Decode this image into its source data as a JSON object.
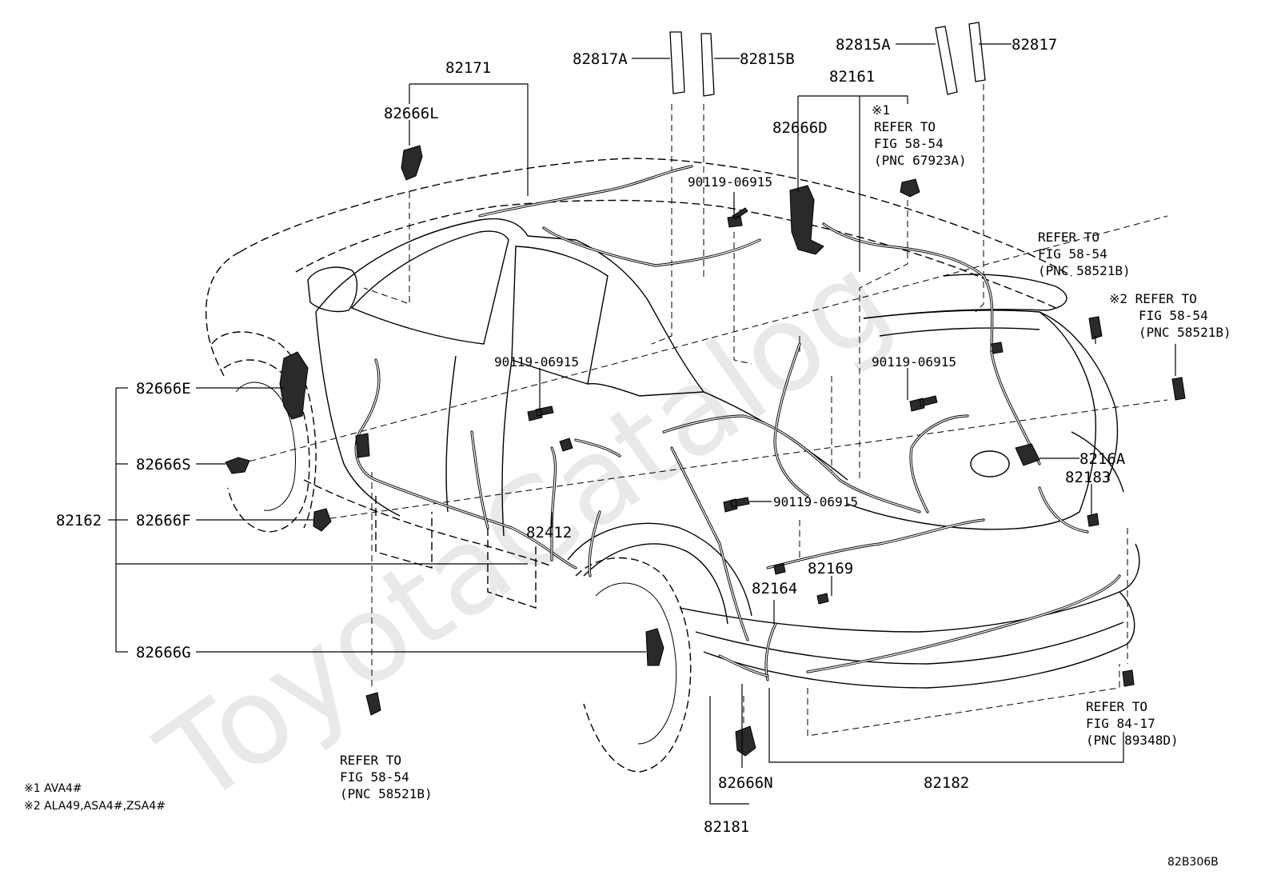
{
  "watermark": "ToyotaCatalog",
  "labels": {
    "p82171": "82171",
    "p82666L": "82666L",
    "p82817A": "82817A",
    "p82815B": "82815B",
    "p82815A": "82815A",
    "p82817": "82817",
    "p82161": "82161",
    "p82666D": "82666D",
    "bolt_top": "90119-06915",
    "bolt_left": "90119-06915",
    "bolt_right": "90119-06915",
    "bolt_mid": "90119-06915",
    "p82666E": "82666E",
    "p82666S": "82666S",
    "p82162": "82162",
    "p82666F": "82666F",
    "p82666G": "82666G",
    "p82412": "82412",
    "p8216A": "8216A",
    "p82183": "82183",
    "p82169": "82169",
    "p82164": "82164",
    "p82666N": "82666N",
    "p82181": "82181",
    "p82182": "82182"
  },
  "refs": {
    "ref_67923A": {
      "mark": "※1",
      "lines": [
        "REFER TO",
        "FIG 58-54",
        "(PNC 67923A)"
      ]
    },
    "ref_58521B_top": {
      "lines": [
        "REFER TO",
        "FIG 58-54",
        "(PNC 58521B)"
      ]
    },
    "ref_58521B_right": {
      "lines": [
        "※2 REFER TO",
        "FIG 58-54",
        "(PNC 58521B)"
      ]
    },
    "ref_58521B_bottom": {
      "lines": [
        "REFER TO",
        "FIG 58-54",
        "(PNC 58521B)"
      ]
    },
    "ref_89348D": {
      "lines": [
        "REFER TO",
        "FIG 84-17",
        "(PNC 89348D)"
      ]
    }
  },
  "notes": [
    "※1 AVA4#",
    "※2 ALA49,ASA4#,ZSA4#"
  ],
  "figure_code": "82B306B"
}
